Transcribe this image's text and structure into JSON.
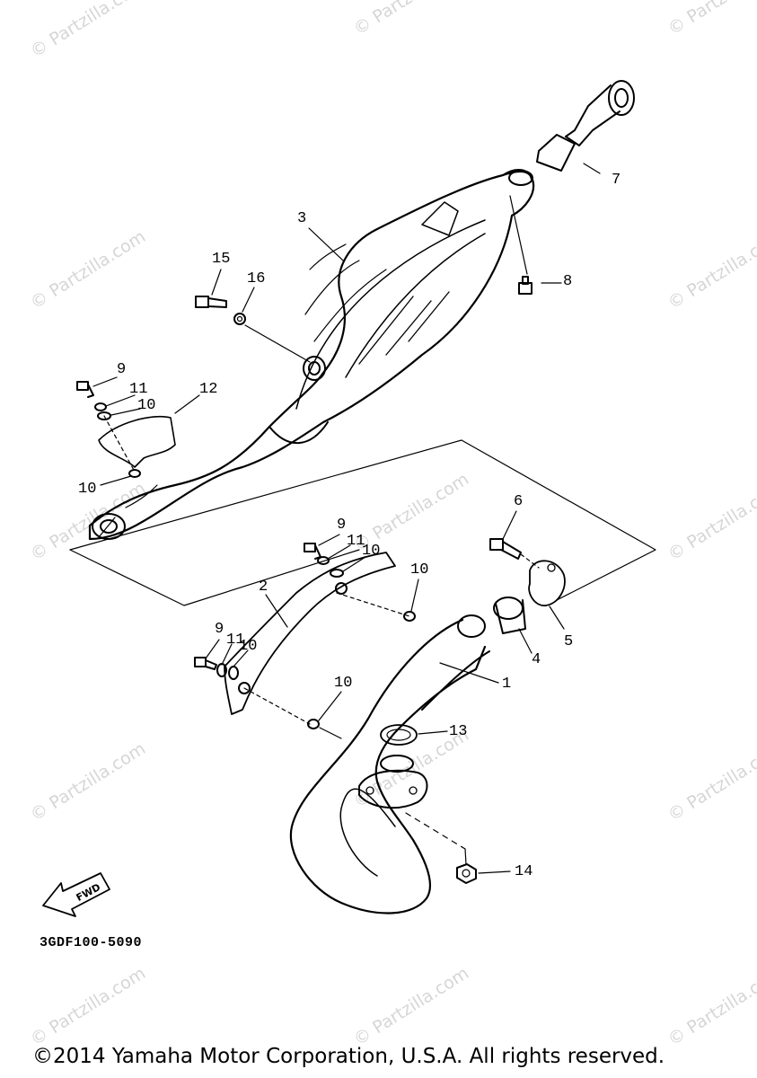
{
  "watermark": "© Partzilla.com",
  "diagram_code": "3GDF100-5090",
  "copyright": "©2014 Yamaha Motor Corporation, U.S.A. All rights reserved.",
  "fwd_label": "FWD",
  "callouts": {
    "c1": "1",
    "c2": "2",
    "c3": "3",
    "c4": "4",
    "c5": "5",
    "c6": "6",
    "c7": "7",
    "c8": "8",
    "c9a": "9",
    "c9b": "9",
    "c9c": "9",
    "c10a": "10",
    "c10b": "10",
    "c10c": "10",
    "c10d": "10",
    "c10e": "10",
    "c10f": "10",
    "c11a": "11",
    "c11b": "11",
    "c11c": "11",
    "c12": "12",
    "c13": "13",
    "c14": "14",
    "c15": "15",
    "c16": "16"
  }
}
